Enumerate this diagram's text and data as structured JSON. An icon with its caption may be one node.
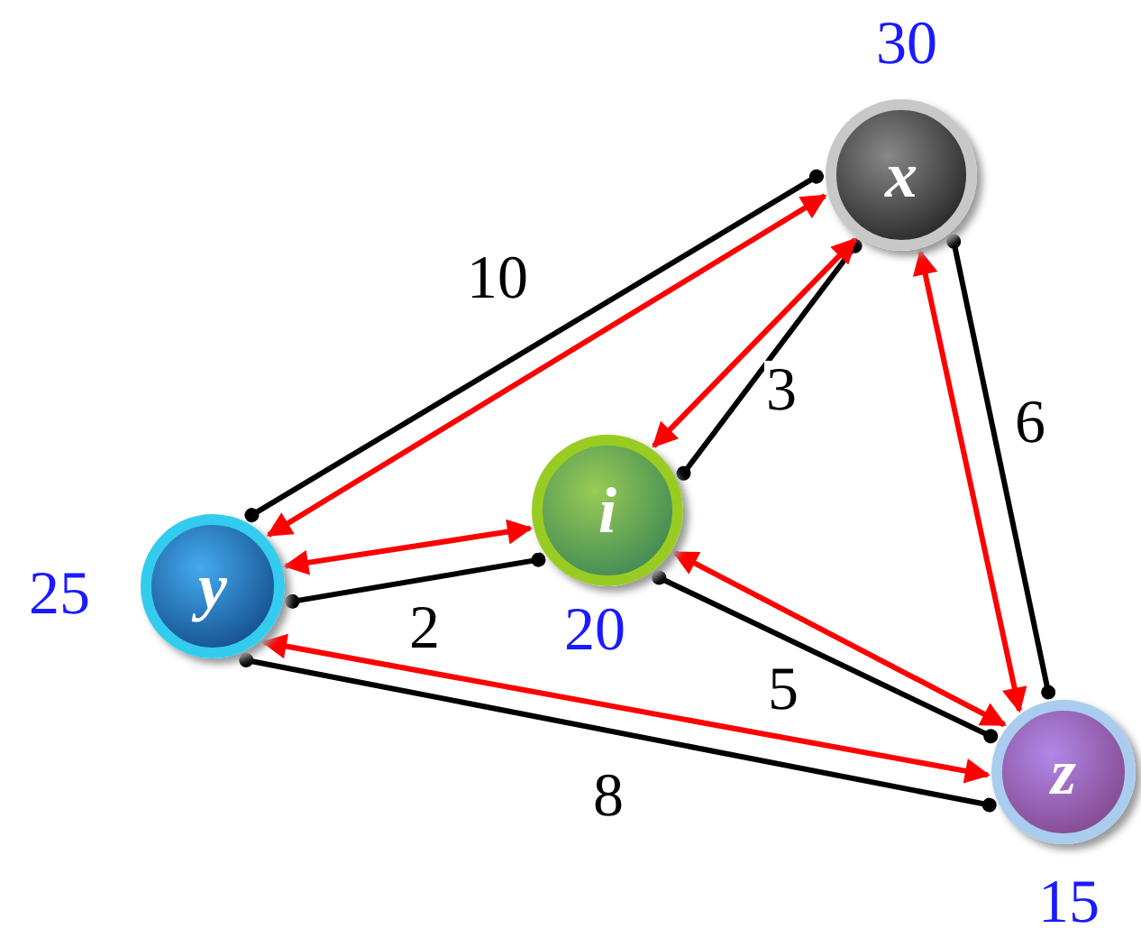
{
  "diagram": {
    "nodes": [
      {
        "text": [
          "x"
        ],
        "beside": [
          "30"
        ]
      },
      {
        "text": [
          "y"
        ],
        "beside": [
          "25"
        ]
      },
      {
        "text": [
          "i"
        ],
        "beside": [
          "20"
        ]
      },
      {
        "text": [
          "z"
        ],
        "beside": [
          "15"
        ]
      }
    ],
    "edges": [
      {
        "from": 1,
        "to": 0,
        "arrow": "other",
        "label": "10"
      },
      {
        "from": 2,
        "to": 0,
        "arrow": "other",
        "label": "3"
      },
      {
        "from": 0,
        "to": 3,
        "arrow": "other",
        "label": "6"
      },
      {
        "from": 1,
        "to": 2,
        "arrow": "other",
        "label": "2"
      },
      {
        "from": 2,
        "to": 3,
        "arrow": "other",
        "label": "5"
      },
      {
        "from": 1,
        "to": 3,
        "arrow": "other",
        "label": "8"
      },
      {
        "from": 1,
        "to": 0,
        "arrow": "both",
        "color": "#ff0000"
      },
      {
        "from": 2,
        "to": 0,
        "arrow": "both",
        "color": "#ff0000"
      },
      {
        "from": 0,
        "to": 3,
        "arrow": "both",
        "color": "#ff0000"
      },
      {
        "from": 1,
        "to": 2,
        "arrow": "both",
        "color": "#ff0000"
      },
      {
        "from": 2,
        "to": 3,
        "arrow": "both",
        "color": "#ff0000"
      },
      {
        "from": 1,
        "to": 3,
        "arrow": "both",
        "color": "#ff0000"
      }
    ]
  }
}
